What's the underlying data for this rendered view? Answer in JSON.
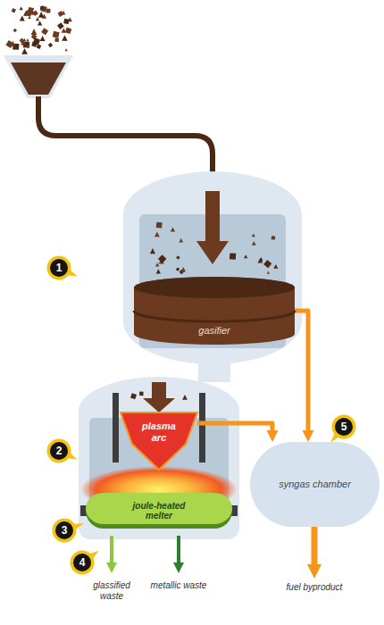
{
  "diagram": {
    "nodes": [
      {
        "text": [
          "gasifier"
        ]
      },
      {
        "text": [
          "plasma arc"
        ]
      },
      {
        "text": [
          "joule-heated melter"
        ]
      },
      {
        "text": [
          "syngas chamber"
        ]
      }
    ],
    "edges": [
      {
        "from": 0,
        "to": 3,
        "arrow": "to"
      },
      {
        "from": 1,
        "to": 3,
        "arrow": "to"
      }
    ],
    "labels": [
      "1",
      "2",
      "3",
      "4",
      "5",
      "glassified waste",
      "metallic waste",
      "fuel byproduct"
    ]
  }
}
